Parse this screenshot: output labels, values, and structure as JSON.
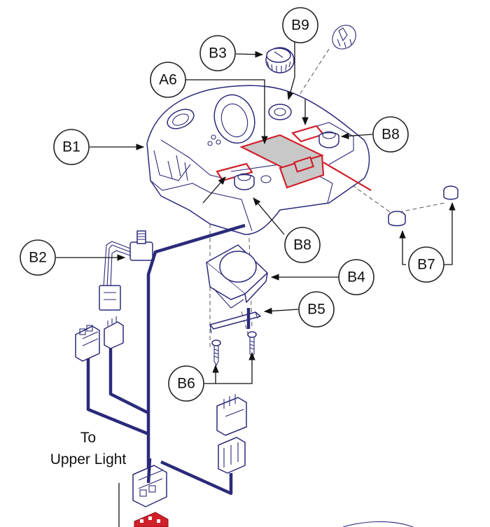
{
  "callouts": {
    "b9": "B9",
    "b3": "B3",
    "a6": "A6",
    "b1": "B1",
    "b8_top": "B8",
    "b8_bottom": "B8",
    "b2": "B2",
    "b4": "B4",
    "b5": "B5",
    "b7": "B7",
    "b6": "B6"
  },
  "note": {
    "line1": "To",
    "line2": "Upper Light"
  },
  "colors": {
    "outline": "#2b2a7a",
    "decal_border": "#d0202a",
    "decal_fill": "#c8c8c8"
  }
}
